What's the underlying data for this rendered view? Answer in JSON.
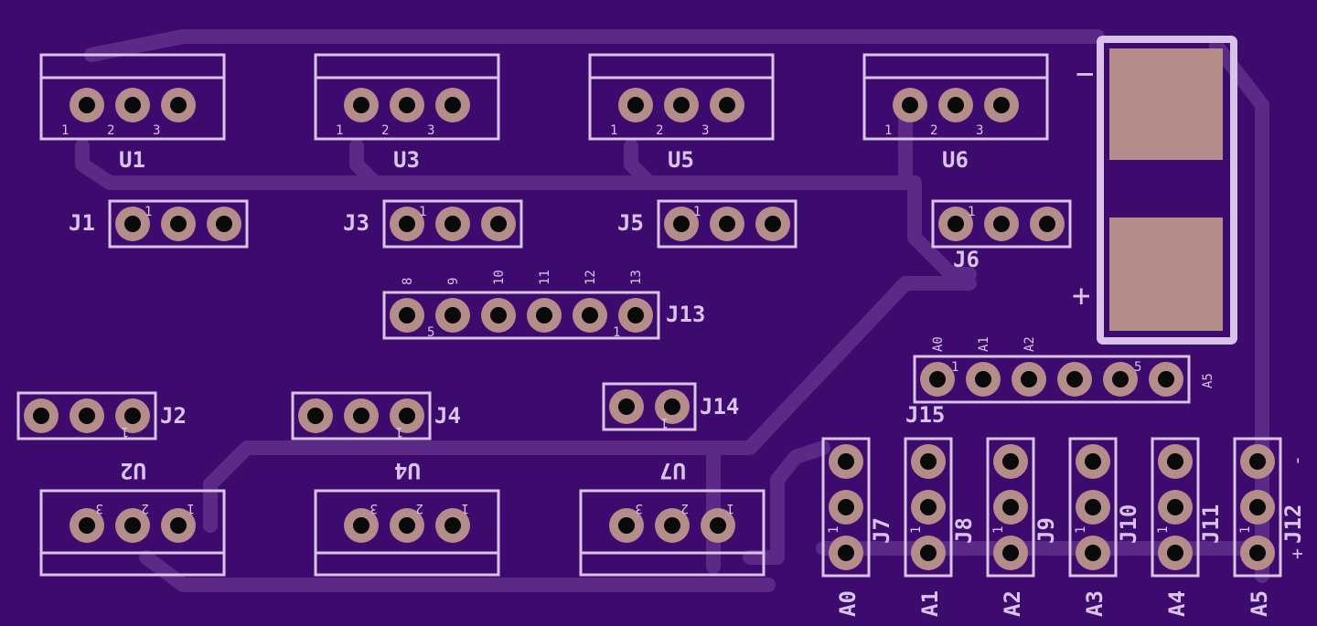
{
  "board": {
    "bg": "#3d0a6e",
    "silk": "#d9c3e8",
    "copper": "#b48c8a",
    "trace": "#5a2a86"
  },
  "regulators_top": [
    {
      "ref": "U1",
      "pins": [
        "1",
        "2",
        "3"
      ]
    },
    {
      "ref": "U3",
      "pins": [
        "1",
        "2",
        "3"
      ]
    },
    {
      "ref": "U5",
      "pins": [
        "1",
        "2",
        "3"
      ]
    },
    {
      "ref": "U6",
      "pins": [
        "1",
        "2",
        "3"
      ]
    }
  ],
  "regulators_bottom": [
    {
      "ref": "U2",
      "pins": [
        "1",
        "2",
        "3"
      ]
    },
    {
      "ref": "U4",
      "pins": [
        "1",
        "2",
        "3"
      ]
    },
    {
      "ref": "U7",
      "pins": [
        "1",
        "2",
        "3"
      ]
    }
  ],
  "headers_top": [
    {
      "ref": "J1",
      "mark": "1"
    },
    {
      "ref": "J3",
      "mark": "1"
    },
    {
      "ref": "J5",
      "mark": "1"
    },
    {
      "ref": "J6",
      "mark": "1"
    }
  ],
  "headers_mid": [
    {
      "ref": "J2",
      "mark": "1"
    },
    {
      "ref": "J4",
      "mark": "1"
    },
    {
      "ref": "J14",
      "mark": "1"
    }
  ],
  "j13": {
    "ref": "J13",
    "pins": [
      "8",
      "9",
      "10",
      "11",
      "12",
      "13"
    ],
    "mark_left": "5",
    "mark_right": "1"
  },
  "j15": {
    "ref": "J15",
    "pins": [
      "A0",
      "A1",
      "A2"
    ],
    "end_label": "A5",
    "mark_left": "1",
    "mark_right": "5"
  },
  "vertical_headers": [
    {
      "ref": "J7",
      "label": "A0"
    },
    {
      "ref": "J8",
      "label": "A1"
    },
    {
      "ref": "J9",
      "label": "A2"
    },
    {
      "ref": "J10",
      "label": "A3"
    },
    {
      "ref": "J11",
      "label": "A4"
    },
    {
      "ref": "J12",
      "label": "A5",
      "plus": "+",
      "minus": "-"
    }
  ],
  "capacitor": {
    "minus": "−",
    "plus": "+"
  },
  "pin_mark": "1"
}
